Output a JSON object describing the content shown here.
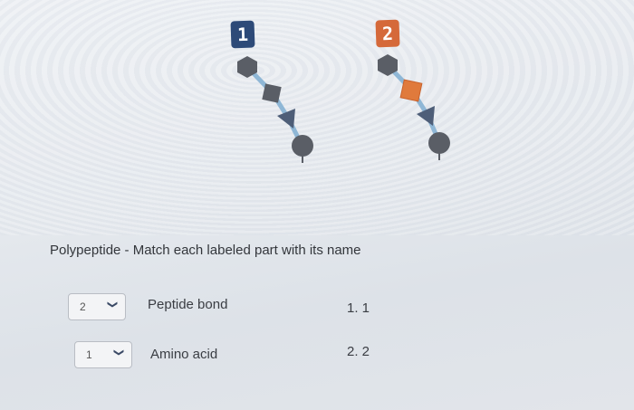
{
  "diagram": {
    "badge_1": "1",
    "badge_2": "2",
    "colors": {
      "badge_1": "#2d4a78",
      "badge_2": "#d5693a",
      "shape_gray": "#5a5e66",
      "shape_orange": "#e07a3c"
    }
  },
  "question": {
    "text": "Polypeptide - Match each labeled part with its name"
  },
  "matches": [
    {
      "selected": "2",
      "name": "Peptide bond",
      "answer": "1.  1"
    },
    {
      "selected": "1",
      "name": "Amino acid",
      "answer": "2.  2"
    }
  ]
}
